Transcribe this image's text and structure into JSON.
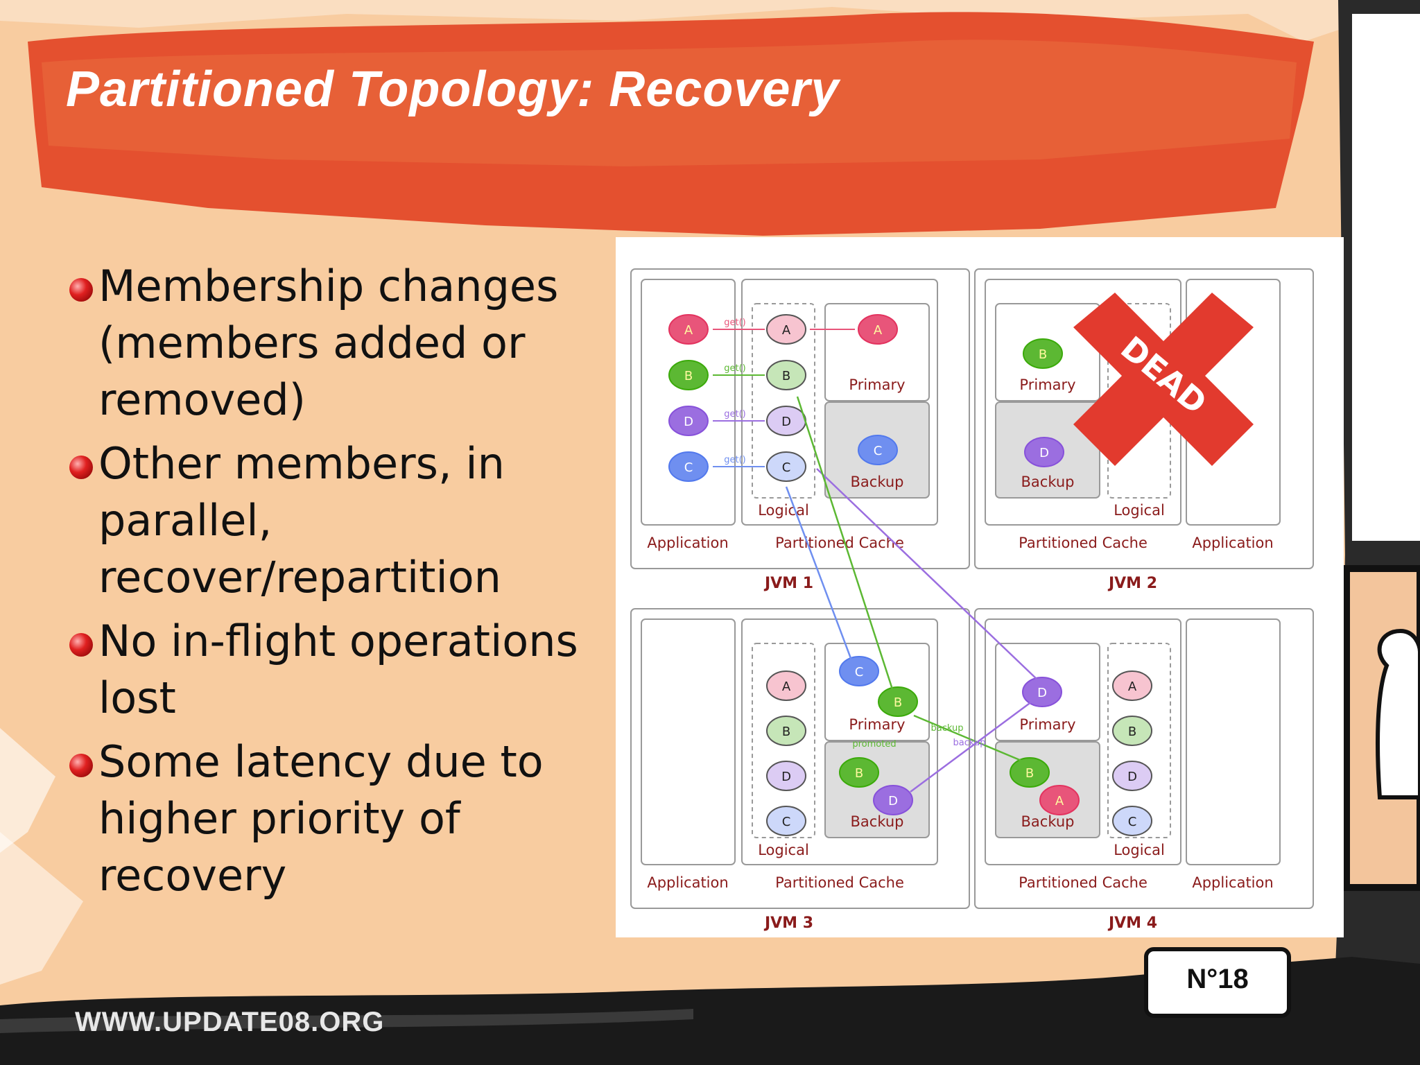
{
  "slide": {
    "title": "Partitioned Topology: Recovery",
    "bullets": [
      "Membership changes (members added or removed)",
      "Other members, in parallel, recover/repartition",
      "No in-flight operations lost",
      "Some latency due to higher priority of recovery"
    ],
    "footer_url": "WWW.UPDATE08.ORG",
    "page_number": "N°18"
  },
  "diagram": {
    "jvm_labels": [
      "JVM 1",
      "JVM 2",
      "JVM 3",
      "JVM 4"
    ],
    "application_label": "Application",
    "partitioned_cache_label": "Partitioned Cache",
    "logical_label": "Logical",
    "primary_label": "Primary",
    "backup_label": "Backup",
    "get_label": "get()",
    "dead_label": "DEAD",
    "promoted_label": "promoted",
    "backup_arrow_label": "backup",
    "letters": {
      "a": "A",
      "b": "B",
      "c": "C",
      "d": "D"
    },
    "colors": {
      "a": "#e8557a",
      "b": "#5cb833",
      "c": "#6f8ff0",
      "d": "#9b6ee0",
      "dead": "#e23a2e"
    }
  }
}
